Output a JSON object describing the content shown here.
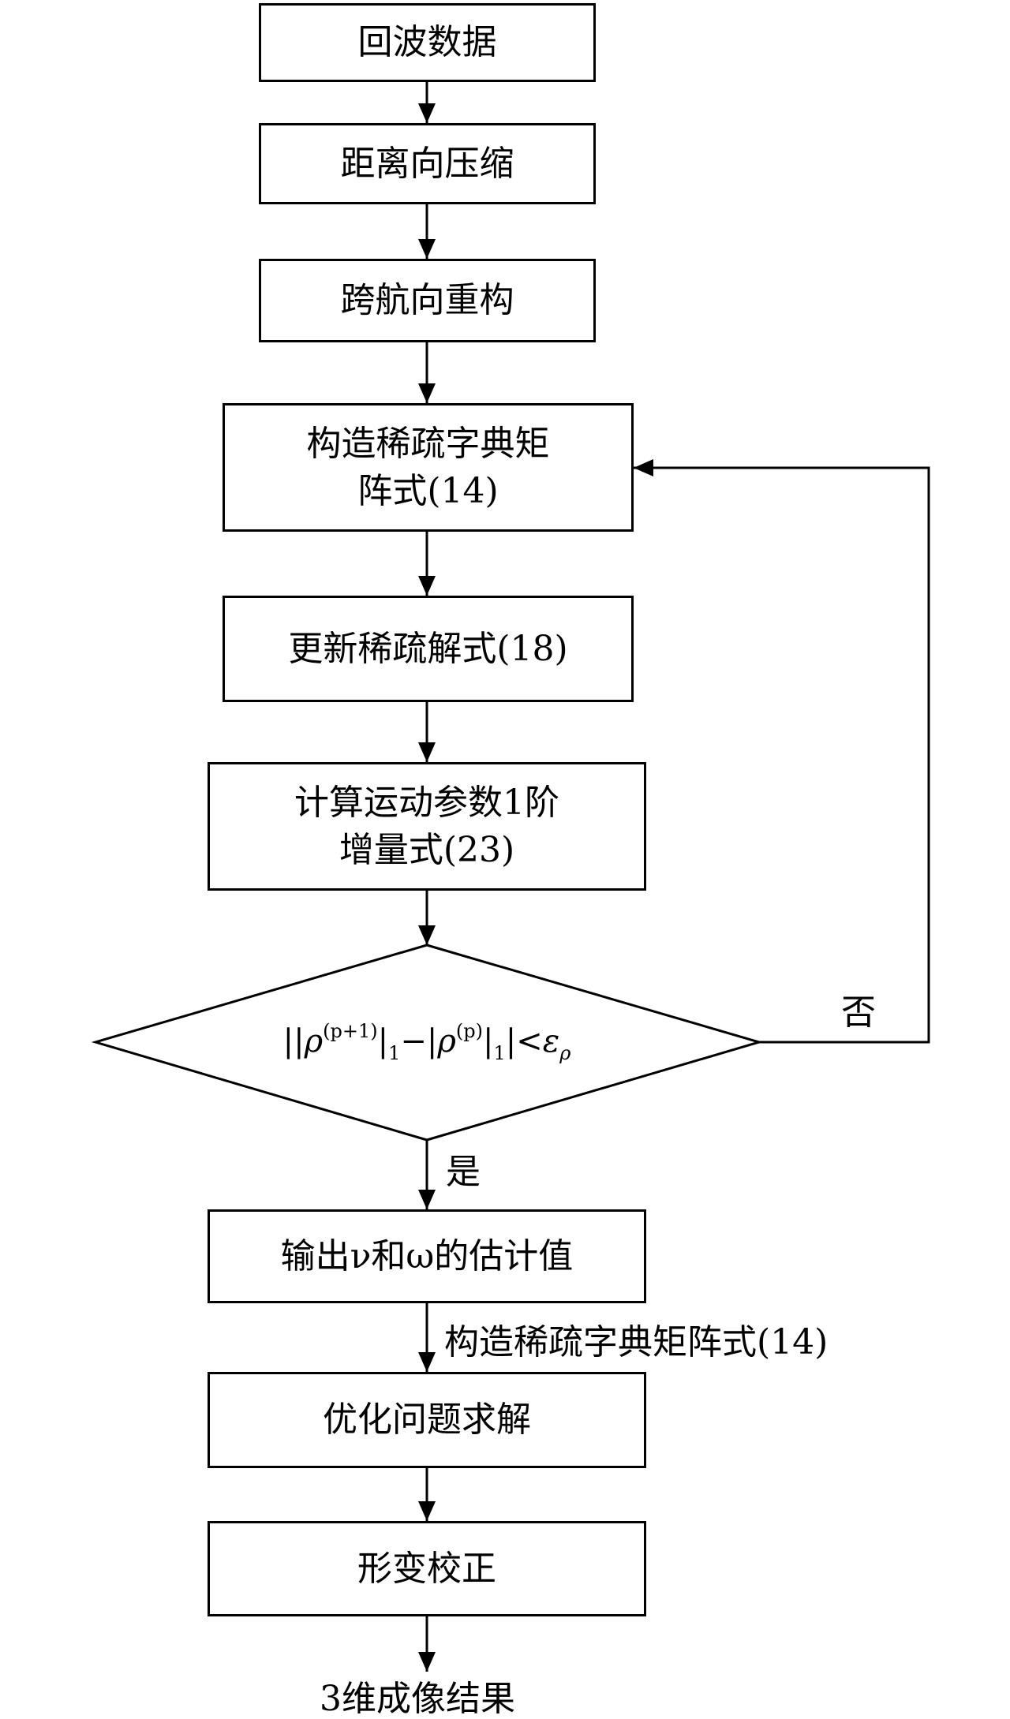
{
  "flowchart": {
    "steps": [
      {
        "id": "echo-data",
        "label": "回波数据"
      },
      {
        "id": "range-compression",
        "label": "距离向压缩"
      },
      {
        "id": "cross-track-reconstruction",
        "label": "跨航向重构"
      },
      {
        "id": "build-dictionary",
        "lines": [
          "构造稀疏字典矩",
          "阵式(14)"
        ]
      },
      {
        "id": "update-sparse-solution",
        "label": "更新稀疏解式(18)"
      },
      {
        "id": "compute-increment",
        "lines": [
          "计算运动参数1阶",
          "增量式(23)"
        ]
      },
      {
        "id": "output-estimates",
        "label": "输出ν和ω的估计值"
      },
      {
        "id": "optimization-solve",
        "label": "优化问题求解"
      },
      {
        "id": "deformation-correction",
        "label": "形变校正"
      }
    ],
    "decision": {
      "formula_parts": {
        "open": "||",
        "rho1": "ρ",
        "sup1": "(p+1)",
        "bar1": "|",
        "sub1": "1",
        "minus": "−|",
        "rho2": "ρ",
        "sup2": "(p)",
        "bar2": "|",
        "sub2": "1",
        "close": "|<",
        "eps": "ε",
        "sub3": "ρ"
      },
      "no_label": "否",
      "yes_label": "是"
    },
    "edge_label_output_to_optimize": "构造稀疏字典矩阵式(14)",
    "final_result": "3维成像结果"
  }
}
